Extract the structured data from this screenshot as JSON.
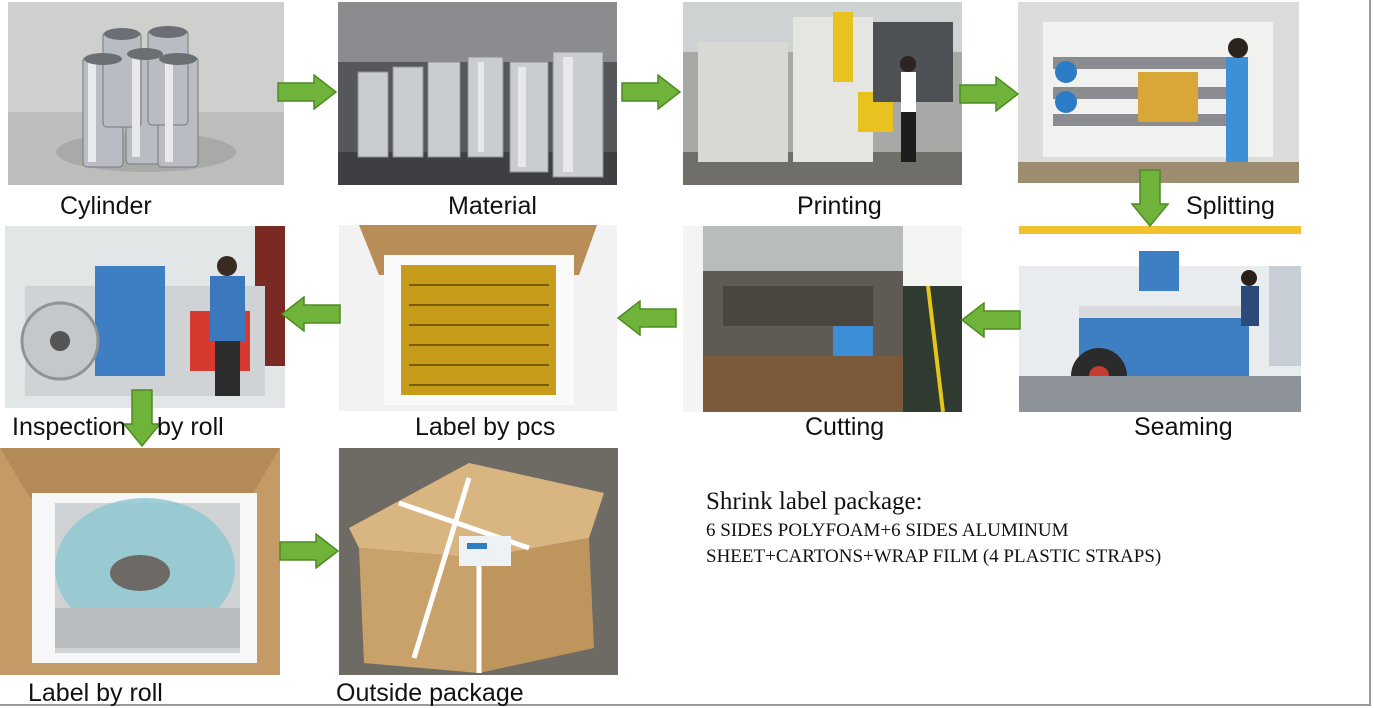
{
  "steps": {
    "cylinder": "Cylinder",
    "material": "Material",
    "printing": "Printing",
    "splitting": "Splitting",
    "inspection": "Inspection",
    "inspection_suffix": "by roll",
    "label_pcs": "Label by pcs",
    "cutting": "Cutting",
    "seaming": "Seaming",
    "label_roll": "Label by roll",
    "outside_package": "Outside package"
  },
  "package_note": {
    "title": "Shrink label package:",
    "line1": "6 SIDES POLYFOAM+6 SIDES ALUMINUM",
    "line2": "SHEET+CARTONS+WRAP FILM (4 PLASTIC STRAPS)"
  },
  "colors": {
    "arrow_fill": "#6fb33a",
    "arrow_stroke": "#4f8a24"
  }
}
